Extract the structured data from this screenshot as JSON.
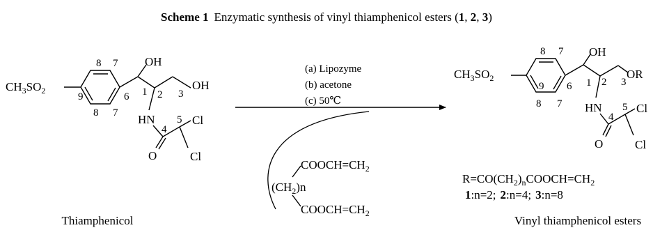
{
  "caption": {
    "label": "Scheme 1",
    "text_prefix": "Enzymatic synthesis of vinyl thiamphenicol esters (",
    "c1": "1",
    "sep1": ", ",
    "c2": "2",
    "sep2": ", ",
    "c3": "3",
    "text_suffix": ")"
  },
  "reactant": {
    "substituent": "CH",
    "substituent_sub": "3",
    "substituent_mid": "SO",
    "substituent_sub2": "2",
    "oh_top": "OH",
    "oh_end": "OH",
    "hn": "HN",
    "o": "O",
    "cl1": "Cl",
    "cl2": "Cl",
    "numbers": [
      "8",
      "7",
      "9",
      "6",
      "8",
      "7",
      "1",
      "2",
      "3",
      "4",
      "5"
    ],
    "name": "Thiamphenicol"
  },
  "conditions": {
    "a": "(a) Lipozyme",
    "b": "(b) acetone",
    "c": "(c) 50℃"
  },
  "reagent": {
    "top": "COOCH=CH",
    "top_sub": "2",
    "paren_l": "(CH",
    "paren_sub": "2",
    "paren_r": ")n",
    "bottom": "COOCH=CH",
    "bottom_sub": "2"
  },
  "product": {
    "substituent": "CH",
    "substituent_sub": "3",
    "substituent_mid": "SO",
    "substituent_sub2": "2",
    "oh_top": "OH",
    "or": "OR",
    "hn": "HN",
    "o": "O",
    "cl1": "Cl",
    "cl2": "Cl",
    "numbers": [
      "8",
      "7",
      "9",
      "6",
      "8",
      "7",
      "1",
      "2",
      "3",
      "4",
      "5"
    ],
    "r_def_a": "R=CO(CH",
    "r_def_sub1": "2",
    "r_def_b": ")",
    "r_def_sub2": "n",
    "r_def_c": "COOCH=CH",
    "r_def_sub3": "2",
    "compounds": [
      {
        "id": "1",
        "n": ":n=2;"
      },
      {
        "id": "2",
        "n": ":n=4;"
      },
      {
        "id": "3",
        "n": ":n=8"
      }
    ],
    "name": "Vinyl thiamphenicol esters"
  }
}
